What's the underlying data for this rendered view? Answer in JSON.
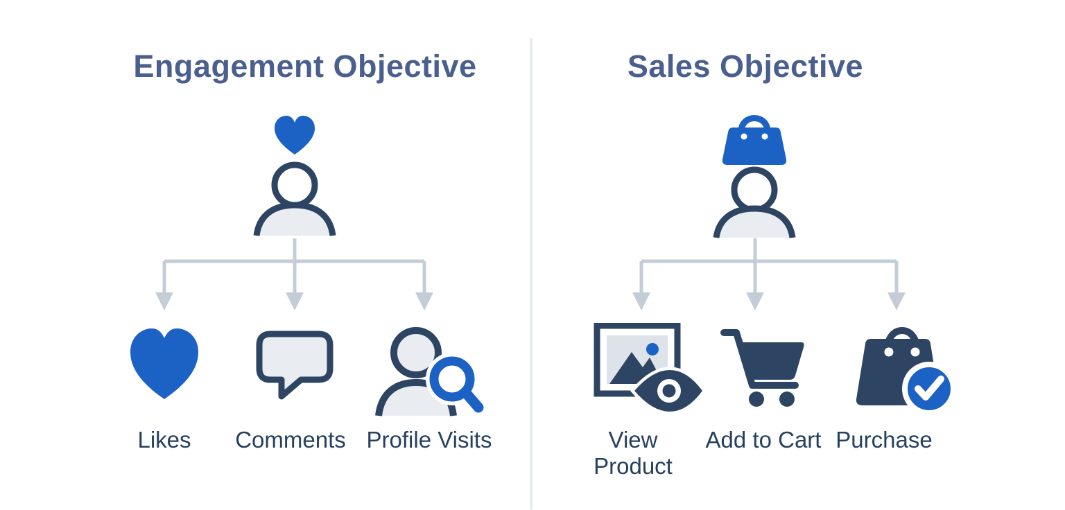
{
  "diagram": {
    "left": {
      "title": "Engagement Objective",
      "source_icon": "user-with-heart",
      "items": [
        {
          "label": "Likes",
          "icon": "heart-icon"
        },
        {
          "label": "Comments",
          "icon": "comment-bubble-icon"
        },
        {
          "label": "Profile Visits",
          "icon": "profile-search-icon"
        }
      ]
    },
    "right": {
      "title": "Sales Objective",
      "source_icon": "user-with-shopping-bag",
      "items": [
        {
          "label": "View Product",
          "icon": "view-product-icon"
        },
        {
          "label": "Add to Cart",
          "icon": "add-to-cart-icon"
        },
        {
          "label": "Purchase",
          "icon": "purchase-check-icon"
        }
      ]
    },
    "colors": {
      "accent_blue": "#1b62c4",
      "dark_navy": "#2e4463",
      "title_text": "#4a5f8e",
      "label_text": "#26405f",
      "light_fill": "#e9edf2",
      "arrow_gray": "#c4ccd6",
      "divider_gray": "#e8ebee"
    }
  }
}
